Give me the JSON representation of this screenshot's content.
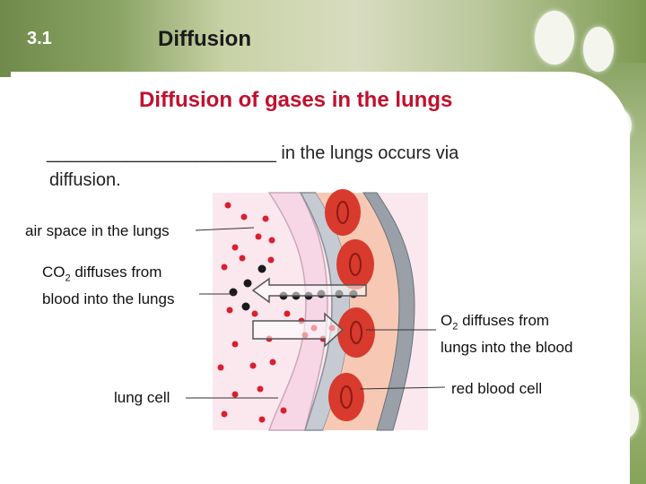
{
  "slide": {
    "number": "3.1",
    "chapter_title": "Diffusion",
    "subtitle": "Diffusion of gases in the lungs",
    "blank": "_______________________",
    "sentence_rest": " in the lungs occurs via",
    "sentence_line2": "diffusion."
  },
  "labels": {
    "air_space": "air space in the lungs",
    "co2_prefix": "CO",
    "co2_sub": "2",
    "co2_rest": " diffuses from",
    "co2_line2": "blood into the lungs",
    "o2_prefix": "O",
    "o2_sub": "2",
    "o2_rest": " diffuses from",
    "o2_line2": "lungs into the blood",
    "lung_cell": "lung cell",
    "red_blood_cell": "red blood cell"
  },
  "colors": {
    "subtitle": "#c0102e",
    "oxygen_dot": "#d8202f",
    "co2_dot": "#1a1a1a",
    "blood_cell": "#d83a2e"
  }
}
